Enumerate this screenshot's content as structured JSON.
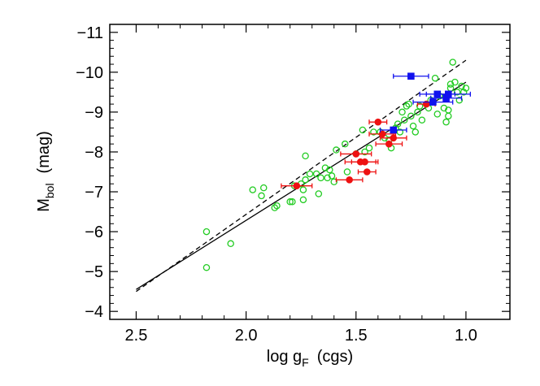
{
  "chart_data": {
    "type": "scatter",
    "title": "",
    "xlabel": {
      "main": "log g",
      "sub": "F",
      "unit": "(cgs)"
    },
    "ylabel": {
      "main": "M",
      "sub": "bol",
      "unit": "(mag)"
    },
    "xlim": [
      2.62,
      0.8
    ],
    "ylim": [
      -3.8,
      -11.2
    ],
    "x_ticks": [
      {
        "value": 2.5,
        "label": "2.5"
      },
      {
        "value": 2.0,
        "label": "2.0"
      },
      {
        "value": 1.5,
        "label": "1.5"
      },
      {
        "value": 1.0,
        "label": "1.0"
      }
    ],
    "y_ticks": [
      {
        "value": -4,
        "label": "−4"
      },
      {
        "value": -5,
        "label": "−5"
      },
      {
        "value": -6,
        "label": "−6"
      },
      {
        "value": -7,
        "label": "−7"
      },
      {
        "value": -8,
        "label": "−8"
      },
      {
        "value": -9,
        "label": "−9"
      },
      {
        "value": -10,
        "label": "−10"
      },
      {
        "value": -11,
        "label": "−11"
      }
    ],
    "grid": false,
    "legend": "none",
    "colors": {
      "green": "#22cc22",
      "red": "#ee1111",
      "blue": "#1111ee",
      "black": "#000000"
    },
    "lines": [
      {
        "style": "solid",
        "x": [
          2.5,
          1.0
        ],
        "y": [
          -4.55,
          -9.75
        ]
      },
      {
        "style": "dashed",
        "x": [
          2.5,
          1.0
        ],
        "y": [
          -4.5,
          -10.3
        ]
      }
    ],
    "series": [
      {
        "marker": "open-circle",
        "color": "green",
        "points": [
          [
            2.18,
            -6.0
          ],
          [
            2.18,
            -5.1
          ],
          [
            2.07,
            -5.7
          ],
          [
            1.97,
            -7.05
          ],
          [
            1.93,
            -6.9
          ],
          [
            1.92,
            -7.1
          ],
          [
            1.87,
            -6.6
          ],
          [
            1.86,
            -6.65
          ],
          [
            1.8,
            -6.75
          ],
          [
            1.79,
            -6.75
          ],
          [
            1.78,
            -7.15
          ],
          [
            1.75,
            -7.2
          ],
          [
            1.74,
            -7.05
          ],
          [
            1.74,
            -6.8
          ],
          [
            1.73,
            -7.3
          ],
          [
            1.73,
            -7.9
          ],
          [
            1.71,
            -7.45
          ],
          [
            1.68,
            -7.45
          ],
          [
            1.67,
            -6.95
          ],
          [
            1.66,
            -7.35
          ],
          [
            1.64,
            -7.6
          ],
          [
            1.63,
            -7.35
          ],
          [
            1.62,
            -7.55
          ],
          [
            1.61,
            -7.4
          ],
          [
            1.6,
            -7.25
          ],
          [
            1.59,
            -8.05
          ],
          [
            1.55,
            -8.2
          ],
          [
            1.54,
            -7.5
          ],
          [
            1.5,
            -7.95
          ],
          [
            1.47,
            -8.55
          ],
          [
            1.46,
            -8.0
          ],
          [
            1.44,
            -8.1
          ],
          [
            1.42,
            -8.5
          ],
          [
            1.39,
            -8.5
          ],
          [
            1.37,
            -8.35
          ],
          [
            1.35,
            -8.3
          ],
          [
            1.34,
            -8.1
          ],
          [
            1.32,
            -8.6
          ],
          [
            1.31,
            -8.7
          ],
          [
            1.3,
            -8.5
          ],
          [
            1.29,
            -9.0
          ],
          [
            1.28,
            -8.8
          ],
          [
            1.27,
            -9.15
          ],
          [
            1.26,
            -9.2
          ],
          [
            1.25,
            -8.9
          ],
          [
            1.24,
            -8.65
          ],
          [
            1.23,
            -8.5
          ],
          [
            1.22,
            -9.0
          ],
          [
            1.21,
            -9.15
          ],
          [
            1.2,
            -8.8
          ],
          [
            1.18,
            -9.2
          ],
          [
            1.17,
            -9.1
          ],
          [
            1.16,
            -9.3
          ],
          [
            1.15,
            -9.25
          ],
          [
            1.14,
            -9.85
          ],
          [
            1.13,
            -8.95
          ],
          [
            1.12,
            -9.4
          ],
          [
            1.1,
            -9.1
          ],
          [
            1.09,
            -8.75
          ],
          [
            1.08,
            -8.9
          ],
          [
            1.08,
            -9.05
          ],
          [
            1.07,
            -9.6
          ],
          [
            1.07,
            -9.7
          ],
          [
            1.06,
            -10.25
          ],
          [
            1.05,
            -9.75
          ],
          [
            1.04,
            -9.5
          ],
          [
            1.03,
            -9.3
          ],
          [
            1.02,
            -9.65
          ],
          [
            1.01,
            -9.5
          ],
          [
            1.0,
            -9.6
          ]
        ]
      },
      {
        "marker": "filled-circle",
        "color": "red",
        "points": [
          [
            1.77,
            -7.15,
            0.07
          ],
          [
            1.53,
            -7.3,
            0.06
          ],
          [
            1.5,
            -7.95,
            0.07
          ],
          [
            1.48,
            -7.75,
            0.07
          ],
          [
            1.46,
            -7.75,
            0.06
          ],
          [
            1.45,
            -7.5,
            0.04
          ],
          [
            1.4,
            -8.75,
            0.04
          ],
          [
            1.38,
            -8.45,
            0.06
          ],
          [
            1.35,
            -8.2,
            0.06
          ],
          [
            1.33,
            -8.35,
            0.06
          ],
          [
            1.18,
            -9.2,
            0.04
          ]
        ]
      },
      {
        "marker": "filled-square",
        "color": "blue",
        "points": [
          [
            1.25,
            -9.9,
            0.08
          ],
          [
            1.33,
            -8.55,
            0.06
          ],
          [
            1.15,
            -9.25,
            0.09
          ],
          [
            1.13,
            -9.45,
            0.08
          ],
          [
            1.09,
            -9.35,
            0.07
          ],
          [
            1.08,
            -9.45,
            0.1
          ]
        ]
      }
    ]
  }
}
